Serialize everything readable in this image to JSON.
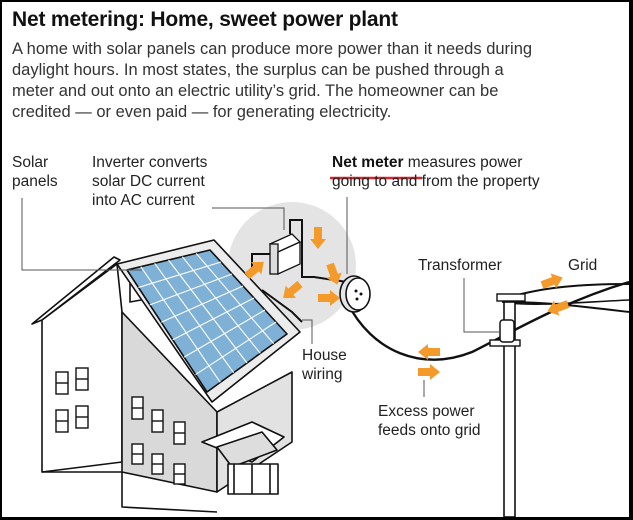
{
  "header": {
    "title": "Net metering: Home, sweet power plant",
    "intro_lines": [
      "A home with solar panels can produce more power than it needs during",
      "daylight hours. In most states, the surplus can be pushed through a",
      "meter and out onto an electric utility’s grid. The homeowner can be",
      "credited — or even paid — for generating electricity."
    ]
  },
  "labels": {
    "solar_panels": [
      "Solar",
      "panels"
    ],
    "inverter": [
      "Inverter converts",
      "solar DC current",
      "into AC current"
    ],
    "net_meter_term": "Net meter",
    "net_meter_rest": " measures power",
    "net_meter_line2": "going to and from the property",
    "transformer": "Transformer",
    "grid": "Grid",
    "house_wiring": [
      "House",
      "wiring"
    ],
    "excess_power": [
      "Excess power",
      "feeds onto grid"
    ]
  },
  "colors": {
    "arrow": "#f39a2b",
    "panel": "#7fb0d6",
    "underline": "#d9262c",
    "house_light": "#ffffff",
    "house_shade": "#d9d9d9"
  }
}
